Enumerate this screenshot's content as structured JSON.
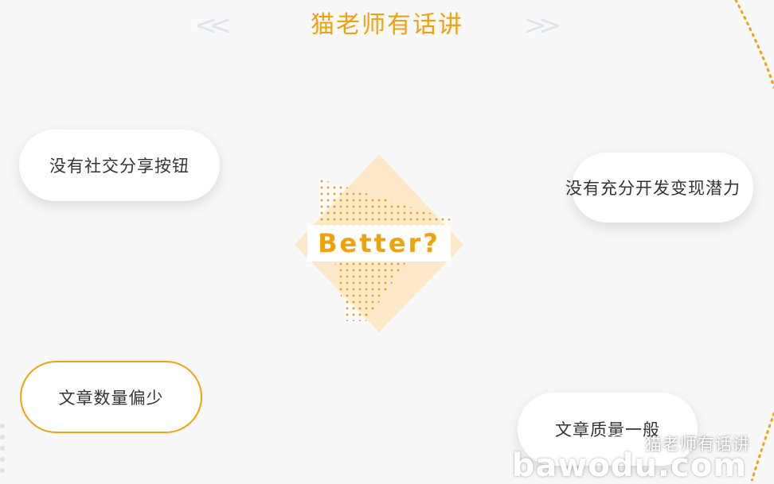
{
  "header": {
    "title": "猫老师有话讲",
    "left_chevrons": "<<",
    "right_chevrons": ">>"
  },
  "center": {
    "label": "Better?"
  },
  "bubbles": [
    {
      "label": "没有社交分享按钮"
    },
    {
      "label": "没有充分开发变现潜力"
    },
    {
      "label": "文章数量偏少"
    },
    {
      "label": "文章质量一般"
    }
  ],
  "watermark": {
    "account": "猫老师有话讲",
    "site": "bawodu.com"
  },
  "colors": {
    "accent": "#f0a20a",
    "accent_light": "#fde9c7",
    "bubble_bg": "#ffffff",
    "text": "#333333",
    "chevron": "#dde4ec"
  }
}
